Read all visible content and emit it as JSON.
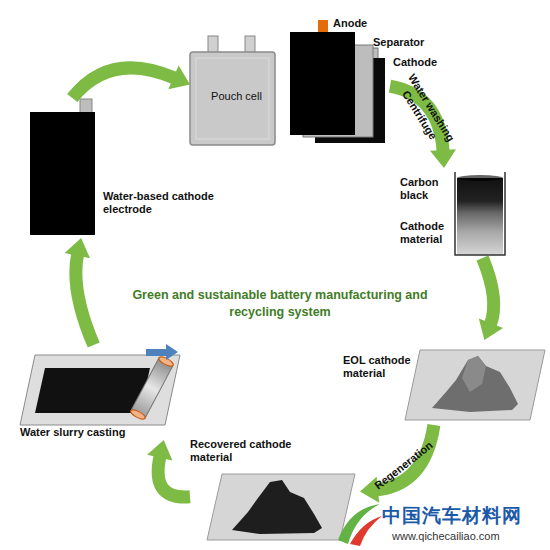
{
  "diagram": {
    "title": "Green and sustainable battery manufacturing and recycling system",
    "nodes": [
      {
        "text": [
          "Pouch cell"
        ]
      },
      {
        "text": [
          "Anode",
          "Separator",
          "Cathode"
        ]
      },
      {
        "text": [
          "Carbon black",
          "Cathode material"
        ]
      },
      {
        "text": [
          "EOL cathode material"
        ]
      },
      {
        "text": [
          "Recovered cathode material"
        ]
      },
      {
        "text": [
          "Water slurry casting"
        ]
      },
      {
        "text": [
          "Water-based cathode electrode"
        ]
      }
    ],
    "edges": [
      {
        "from": 1,
        "to": 2,
        "label": "Water washing Centrifuge",
        "arrow": "to"
      },
      {
        "from": 2,
        "to": 3,
        "arrow": "to"
      },
      {
        "from": 3,
        "to": 4,
        "label": "Regeneration",
        "arrow": "to"
      },
      {
        "from": 4,
        "to": 5,
        "arrow": "to"
      },
      {
        "from": 5,
        "to": 6,
        "arrow": "to"
      },
      {
        "from": 6,
        "to": 0,
        "arrow": "to"
      }
    ],
    "labels": [
      "中国汽车材料网",
      "www.qichecailiao.com"
    ]
  }
}
